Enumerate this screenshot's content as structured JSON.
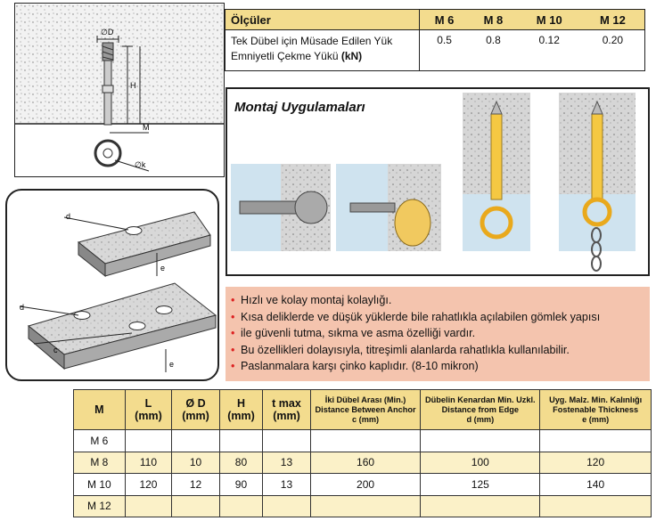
{
  "drawing_labels": {
    "d_symbol": "∅D",
    "h_symbol": "H",
    "m_symbol": "M",
    "k_symbol": "∅k"
  },
  "top_table": {
    "header": [
      "Ölçüler",
      "M 6",
      "M 8",
      "M 10",
      "M 12"
    ],
    "row_label_1": "Tek Dübel için Müsade Edilen Yük",
    "row_label_2": "Emniyetli Çekme Yükü",
    "row_label_unit": "(kN)",
    "values": [
      "0.5",
      "0.8",
      "0.12",
      "0.20"
    ]
  },
  "plates_labels": {
    "top_d": "d",
    "top_e": "e",
    "bottom_d": "d",
    "bottom_c": "c",
    "bottom_e": "e"
  },
  "montaj": {
    "title": "Montaj Uygulamaları"
  },
  "features": [
    "Hızlı ve kolay montaj kolaylığı.",
    "Kısa deliklerde ve düşük yüklerde bile rahatlıkla açılabilen gömlek yapısı",
    "ile güvenli tutma, sıkma ve asma özelliği vardır.",
    "Bu özellikleri dolayısıyla, titreşimli alanlarda rahatlıkla kullanılabilir.",
    "Paslanmalara karşı çinko kaplıdır. (8-10 mikron)"
  ],
  "bottom_table": {
    "headers": [
      {
        "l1": "M",
        "l2": "",
        "l3": ""
      },
      {
        "l1": "L",
        "l2": "(mm)",
        "l3": ""
      },
      {
        "l1": "Ø D",
        "l2": "(mm)",
        "l3": ""
      },
      {
        "l1": "H",
        "l2": "(mm)",
        "l3": ""
      },
      {
        "l1": "t max",
        "l2": "(mm)",
        "l3": ""
      },
      {
        "l1": "İki Dübel Arası (Min.)",
        "l2": "Distance Between Anchor",
        "l3": "c (mm)"
      },
      {
        "l1": "Dübelin Kenardan Min. Uzkl.",
        "l2": "Distance from Edge",
        "l3": "d (mm)"
      },
      {
        "l1": "Uyg. Malz. Min. Kalınlığı",
        "l2": "Fostenable Thickness",
        "l3": "e (mm)"
      }
    ],
    "rows": [
      [
        "M 6",
        "",
        "",
        "",
        "",
        "",
        "",
        ""
      ],
      [
        "M 8",
        "110",
        "10",
        "80",
        "13",
        "160",
        "100",
        "120"
      ],
      [
        "M 10",
        "120",
        "12",
        "90",
        "13",
        "200",
        "125",
        "140"
      ],
      [
        "M 12",
        "",
        "",
        "",
        "",
        "",
        "",
        ""
      ]
    ]
  }
}
